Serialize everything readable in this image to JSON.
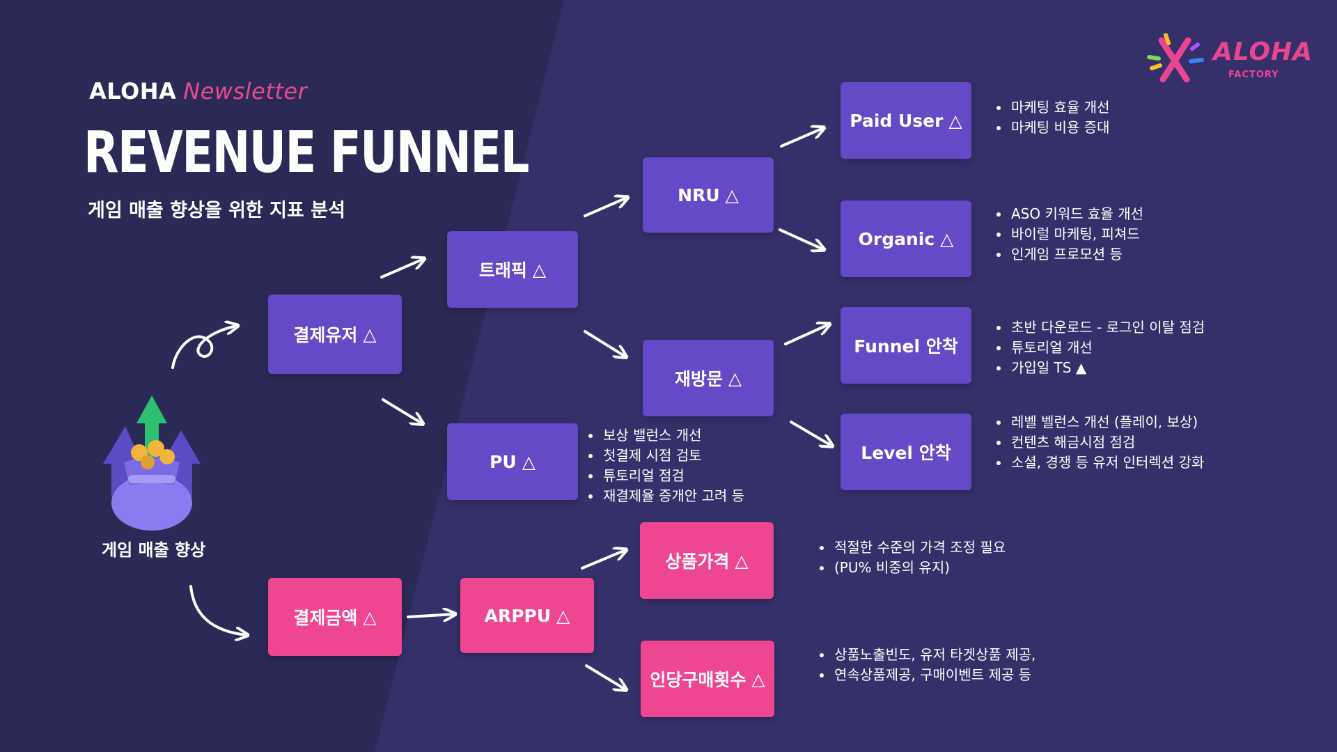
{
  "header": {
    "brand_bold": "ALOHA",
    "brand_italic": "Newsletter",
    "title": "REVENUE FUNNEL",
    "subtitle": "게임 매출 향상을 위한 지표 분석"
  },
  "logo": {
    "text": "ALOHA",
    "sub": "FACTORY"
  },
  "colors": {
    "background": "#2b2956",
    "purple_box": "#6549c7",
    "pink_box": "#ee4691",
    "brand_pink": "#ea4a93"
  },
  "root": {
    "label": "게임 매출 향상",
    "icon": "money-bag-growth-icon"
  },
  "nodes": {
    "paying_users": "결제유저",
    "traffic": "트래픽",
    "pu": "PU",
    "nru": "NRU",
    "revisit": "재방문",
    "paid_user": "Paid User",
    "organic": "Organic",
    "funnel": "Funnel 안착",
    "level": "Level 안착",
    "payment_amount": "결제금액",
    "arppu": "ARPPU",
    "price": "상품가격",
    "purchase_count": "인당구매횟수"
  },
  "notes": {
    "pu": [
      "보상 밸런스 개선",
      "첫결제 시점 검토",
      "튜토리얼 점검",
      "재결제율 증개안 고려 등"
    ],
    "paid_user": [
      "마케팅 효율 개선",
      "마케팅 비용 증대"
    ],
    "organic": [
      "ASO 키워드 효율 개선",
      "바이럴 마케팅, 피쳐드",
      "인게임 프로모션 등"
    ],
    "funnel": [
      "초반 다운로드 - 로그인 이탈 점검",
      "튜토리얼 개선",
      "가입일 TS ▲"
    ],
    "level": [
      "레벨 벨런스 개선 (플레이, 보상)",
      "컨텐츠 해금시점 점검",
      "소셜, 경쟁 등 유저 인터렉션 강화"
    ],
    "price": [
      "적절한 수준의 가격 조정 필요",
      "(PU% 비중의 유지)"
    ],
    "purchase_count": [
      "상품노출빈도, 유저 타겟상품 제공,",
      "연속상품제공, 구매이벤트 제공 등"
    ]
  }
}
